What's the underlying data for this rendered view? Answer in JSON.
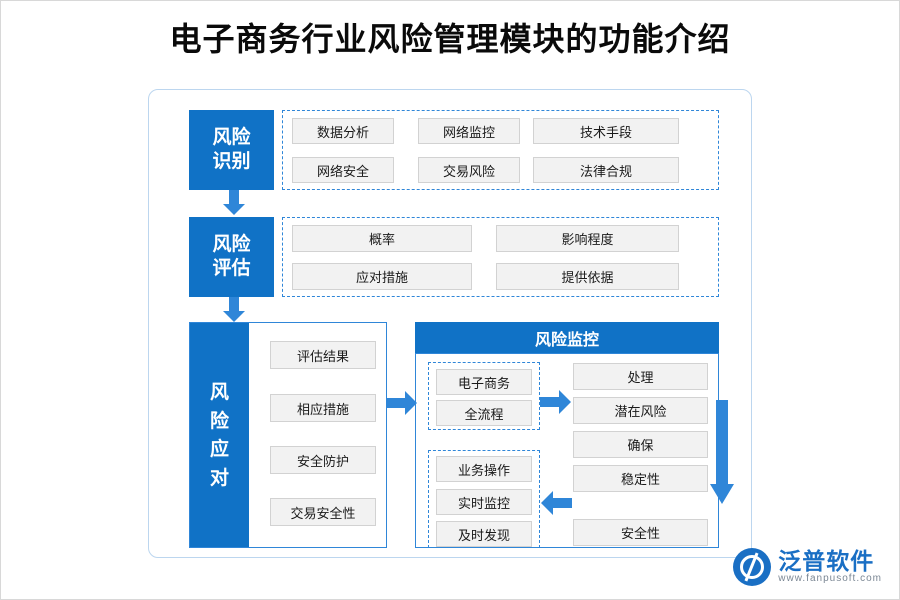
{
  "page": {
    "title": "电子商务行业风险管理模块的功能介绍"
  },
  "sections": {
    "identify": {
      "label": "风险\n识别",
      "label_line1": "风险",
      "label_line2": "识别",
      "cells": [
        "数据分析",
        "网络监控",
        "技术手段",
        "网络安全",
        "交易风险",
        "法律合规"
      ]
    },
    "assess": {
      "label_line1": "风险",
      "label_line2": "评估",
      "cells": [
        "概率",
        "影响程度",
        "应对措施",
        "提供依据"
      ]
    },
    "respond": {
      "label_chars": "风险应对",
      "cells": [
        "评估结果",
        "相应措施",
        "安全防护",
        "交易安全性"
      ]
    },
    "monitor": {
      "header": "风险监控",
      "left_group_a": [
        "电子商务",
        "全流程"
      ],
      "left_group_b": [
        "业务操作",
        "实时监控",
        "及时发现"
      ],
      "right_items": [
        "处理",
        "潜在风险",
        "确保",
        "稳定性",
        "安全性"
      ]
    }
  },
  "brand": {
    "name_cn": "泛普软件",
    "name_en": "www.fanpusoft.com"
  },
  "colors": {
    "accent": "#1072c6",
    "dash_border": "#2f86d8",
    "cell_bg": "#f2f2f2",
    "cell_border": "#d2d2d2",
    "arrow": "#2f86d8"
  }
}
